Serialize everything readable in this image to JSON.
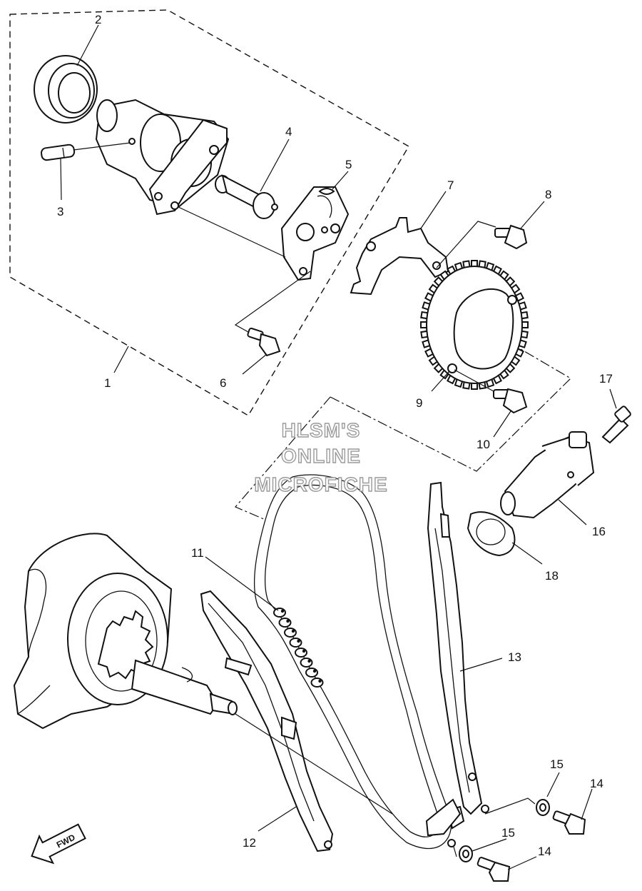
{
  "callouts": {
    "c1": "1",
    "c2": "2",
    "c3": "3",
    "c4": "4",
    "c5": "5",
    "c6": "6",
    "c7": "7",
    "c8": "8",
    "c9": "9",
    "c10": "10",
    "c11": "11",
    "c12": "12",
    "c13": "13",
    "c14a": "14",
    "c14b": "14",
    "c15a": "15",
    "c15b": "15",
    "c16": "16",
    "c17": "17",
    "c18": "18"
  },
  "watermark": {
    "line1": "HLSM'S",
    "line2": "ONLINE",
    "line3": "MICROFICHE"
  },
  "fwd_label": "FWD",
  "icons": {
    "fwd_arrow": "fwd-arrow-icon"
  }
}
